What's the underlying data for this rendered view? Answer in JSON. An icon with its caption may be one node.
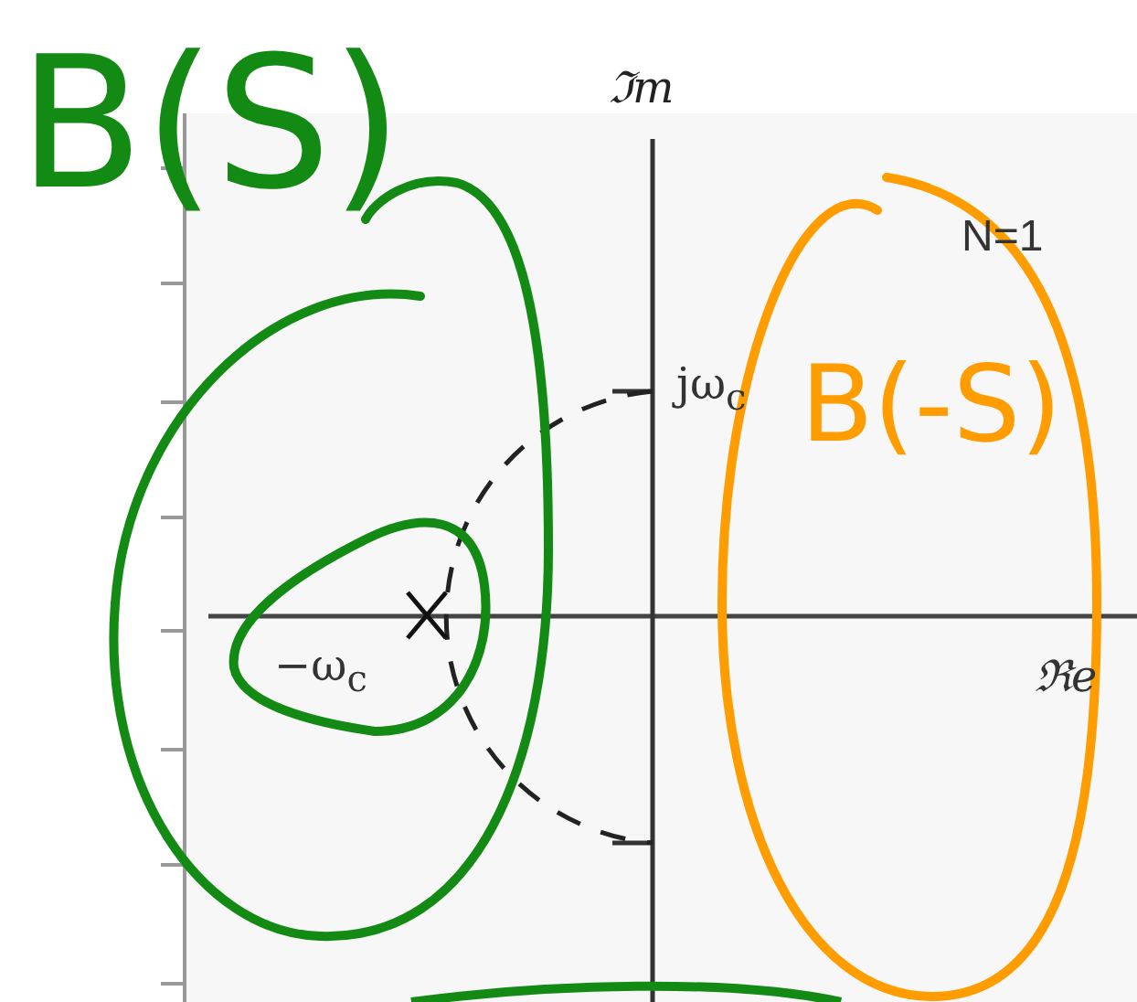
{
  "diagram": {
    "labels": [
      "B(S)",
      "ℑm",
      "N=1",
      "jω$_{c}$",
      "B(-S)",
      "−ω$_{c}$",
      "ℜe"
    ]
  }
}
